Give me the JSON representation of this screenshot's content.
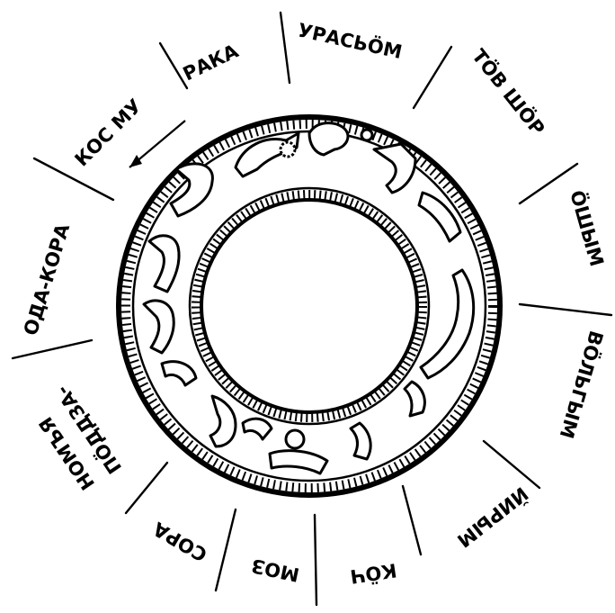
{
  "diagram": {
    "months": [
      {
        "id": "raka",
        "label": "РАКА"
      },
      {
        "id": "urasyom",
        "label": "УРАСЬÖМ"
      },
      {
        "id": "tov-shor",
        "label": "ТÖВ ШÖР"
      },
      {
        "id": "oshym",
        "label": "ÖШЫМ"
      },
      {
        "id": "volgym",
        "label": "ВÖЛЬГЫМ"
      },
      {
        "id": "yirym",
        "label": "ЙИРЫМ"
      },
      {
        "id": "koch",
        "label": "КÖЧ"
      },
      {
        "id": "moz",
        "label": "МОЗ"
      },
      {
        "id": "sora",
        "label": "СОРА"
      },
      {
        "id": "poddza-nomya",
        "label": "ПÖДДЗА-",
        "label2": "НОМЪЯ"
      },
      {
        "id": "oda-kora",
        "label": "ОДА-КОРА"
      },
      {
        "id": "kos-mu",
        "label": "КОС МУ"
      }
    ],
    "colors": {
      "ink": "#000000",
      "paper": "#ffffff"
    },
    "arrow_direction": "counter-clockwise"
  }
}
